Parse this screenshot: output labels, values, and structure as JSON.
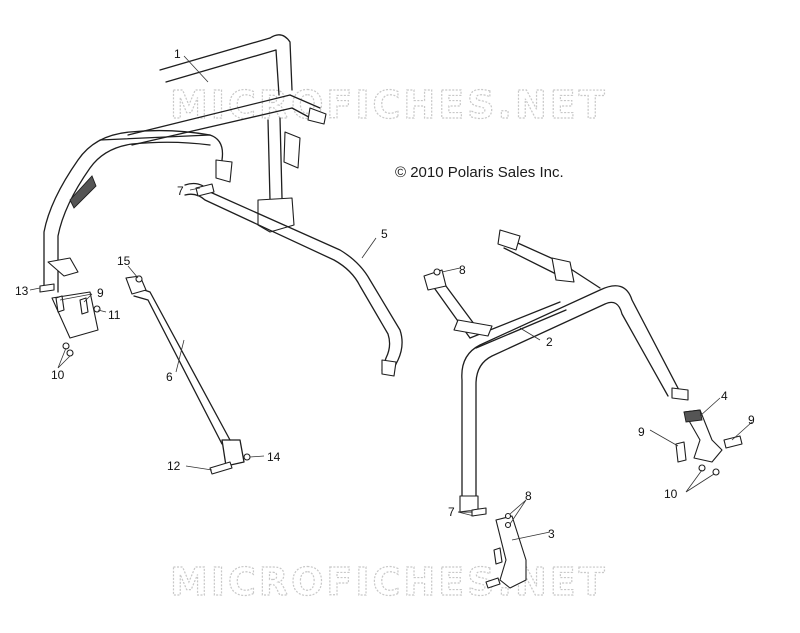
{
  "copyright": "© 2010 Polaris Sales Inc.",
  "watermark": "MICROFICHES.NET",
  "callouts": [
    "1",
    "2",
    "3",
    "4",
    "5",
    "6",
    "7",
    "7",
    "8",
    "8",
    "9",
    "9",
    "9",
    "10",
    "10",
    "11",
    "12",
    "13",
    "14",
    "15"
  ]
}
